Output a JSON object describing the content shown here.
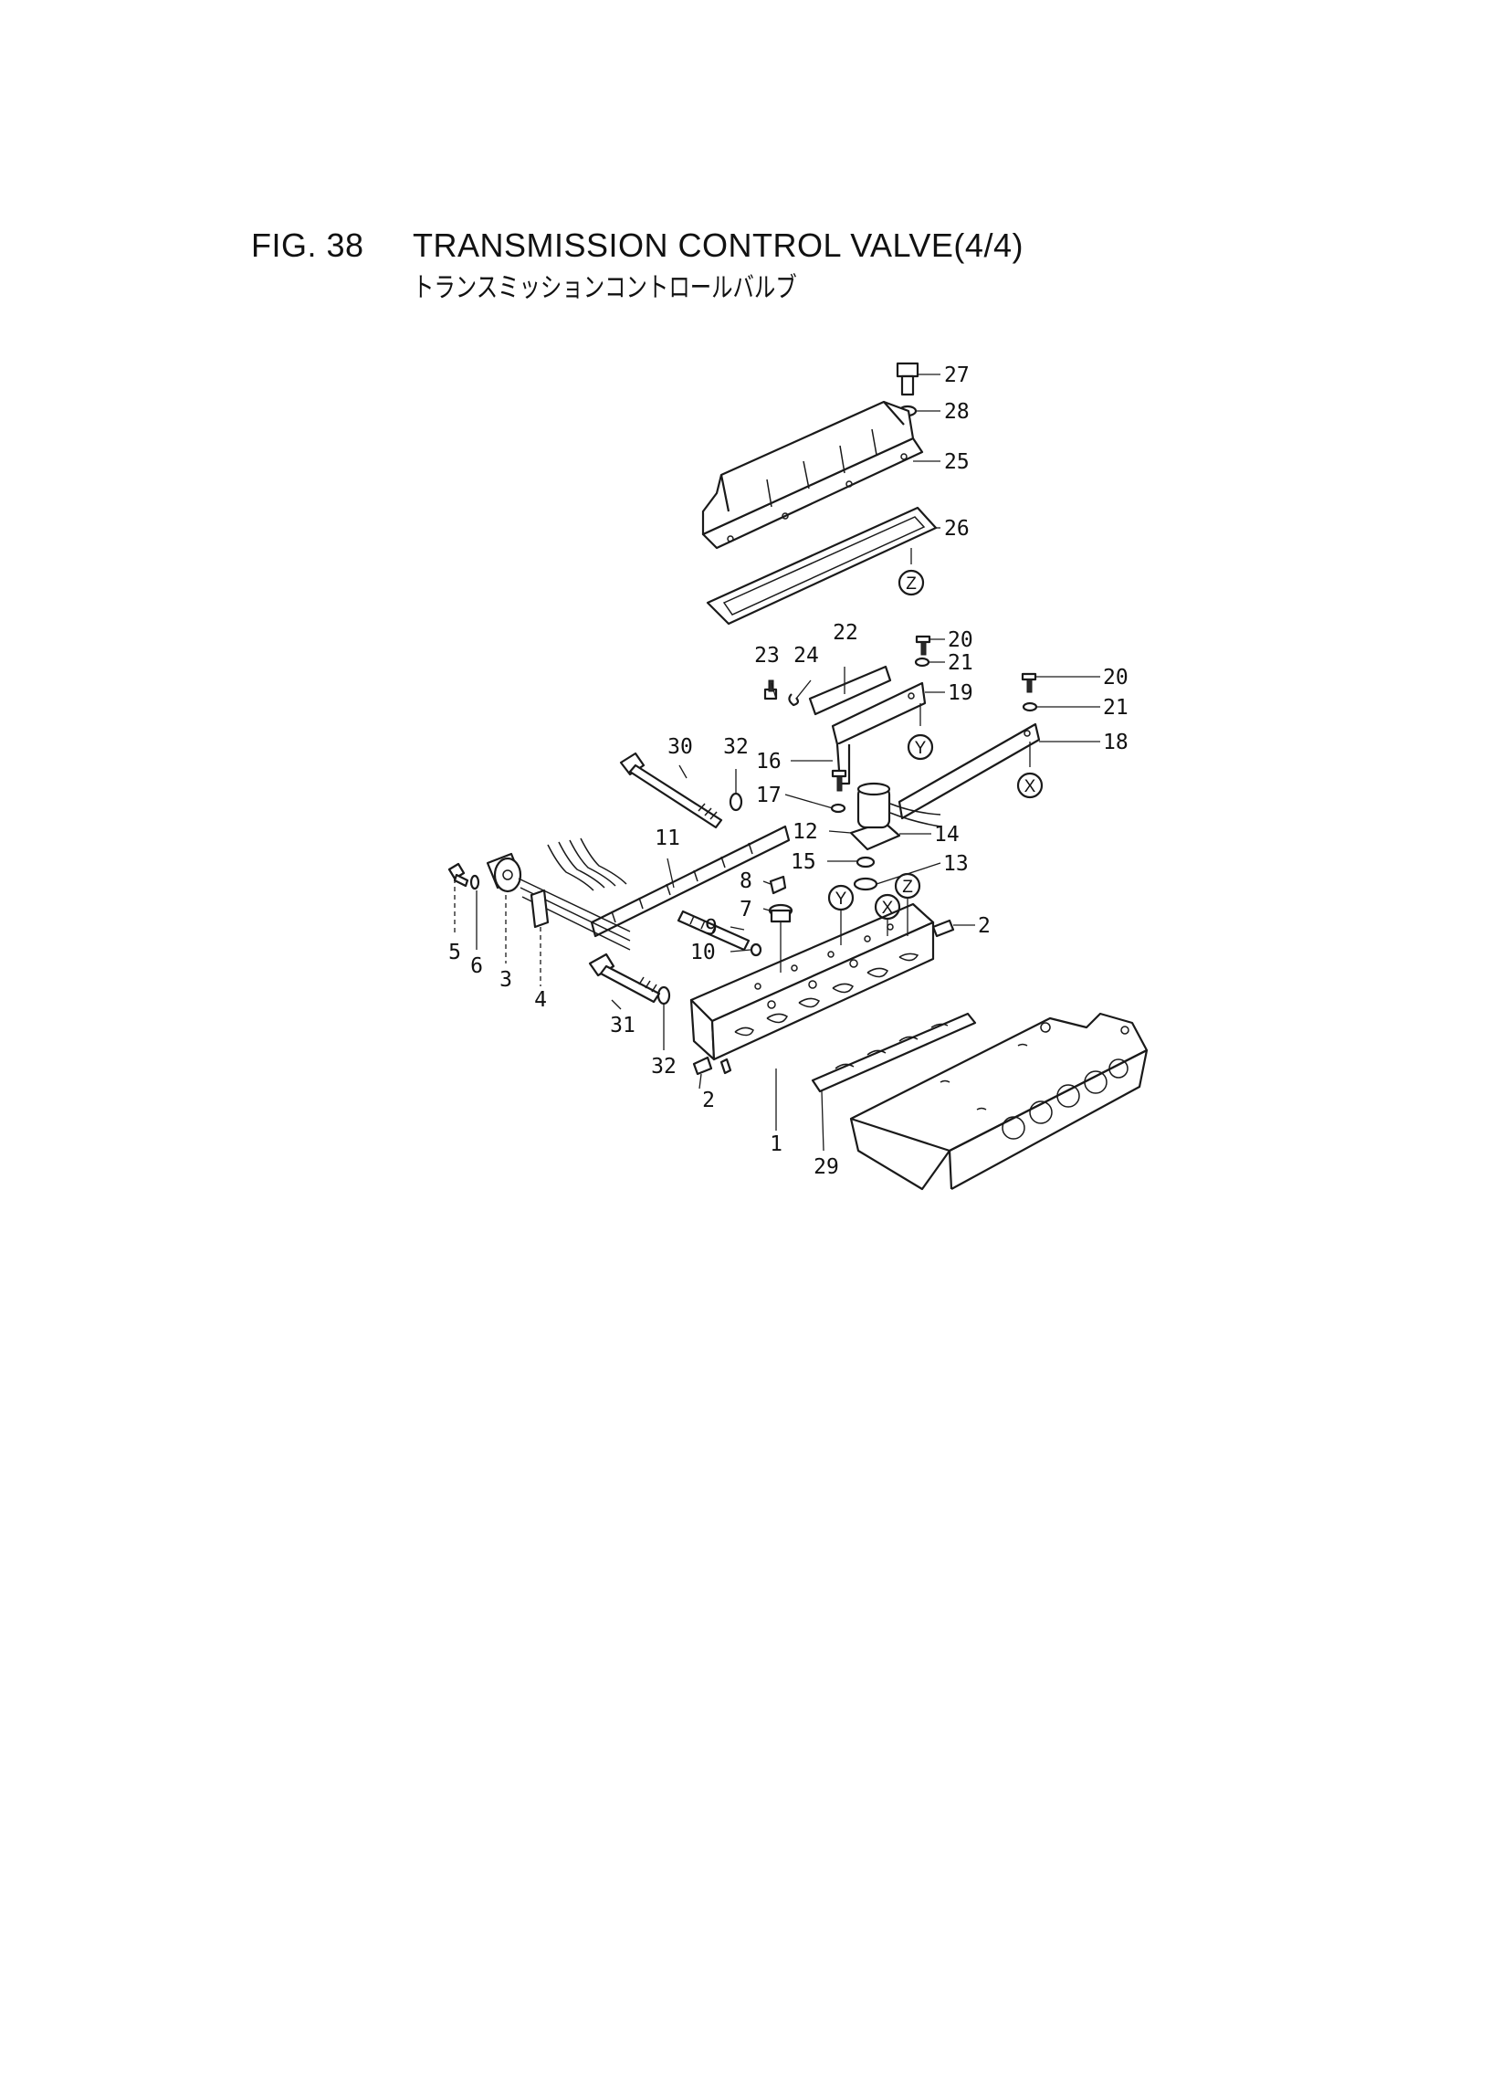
{
  "figure": {
    "number": "FIG. 38",
    "title": "TRANSMISSION CONTROL VALVE(4/4)",
    "subtitle": "トランスミッションコントロールバルブ"
  },
  "callouts": {
    "p1": "1",
    "p2a": "2",
    "p2b": "2",
    "p3": "3",
    "p4": "4",
    "p5": "5",
    "p6": "6",
    "p7": "7",
    "p8": "8",
    "p9": "9",
    "p10": "10",
    "p11": "11",
    "p12": "12",
    "p13": "13",
    "p14": "14",
    "p15": "15",
    "p16": "16",
    "p17": "17",
    "p18": "18",
    "p19": "19",
    "p20a": "20",
    "p20b": "20",
    "p21a": "21",
    "p21b": "21",
    "p22": "22",
    "p23": "23",
    "p24": "24",
    "p25": "25",
    "p26": "26",
    "p27": "27",
    "p28": "28",
    "p29": "29",
    "p30": "30",
    "p31": "31",
    "p32a": "32",
    "p32b": "32"
  },
  "connectors": {
    "x_top": "X",
    "y_top": "Y",
    "z_top": "Z",
    "x_body": "X",
    "y_body": "Y",
    "z_body": "Z"
  }
}
